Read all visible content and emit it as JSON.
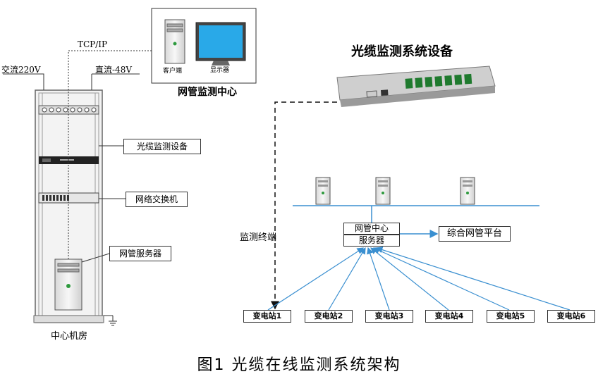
{
  "left": {
    "ac_label": "交流220V",
    "dc_label": "直流-48V",
    "tcpip_label": "TCP/IP",
    "rack_labels": [
      "光缆监测设备",
      "网络交换机",
      "网管服务器"
    ],
    "room_label": "中心机房"
  },
  "center": {
    "client_label": "客户端",
    "monitor_label": "显示器",
    "title": "网管监测中心"
  },
  "right": {
    "device_title": "光缆监测系统设备",
    "terminal_label": "监测终端",
    "nms_center": "网管中心",
    "server": "服务器",
    "platform": "综合网管平台",
    "stations": [
      "变电站1",
      "变电站2",
      "变电站3",
      "变电站4",
      "变电站5",
      "变电站6"
    ]
  },
  "caption": "图1  光缆在线监测系统架构",
  "colors": {
    "arrow": "#3a8fd0",
    "bus": "#3a8fd0",
    "screen": "#29a9e8",
    "device_led": "#2e9a3e"
  }
}
